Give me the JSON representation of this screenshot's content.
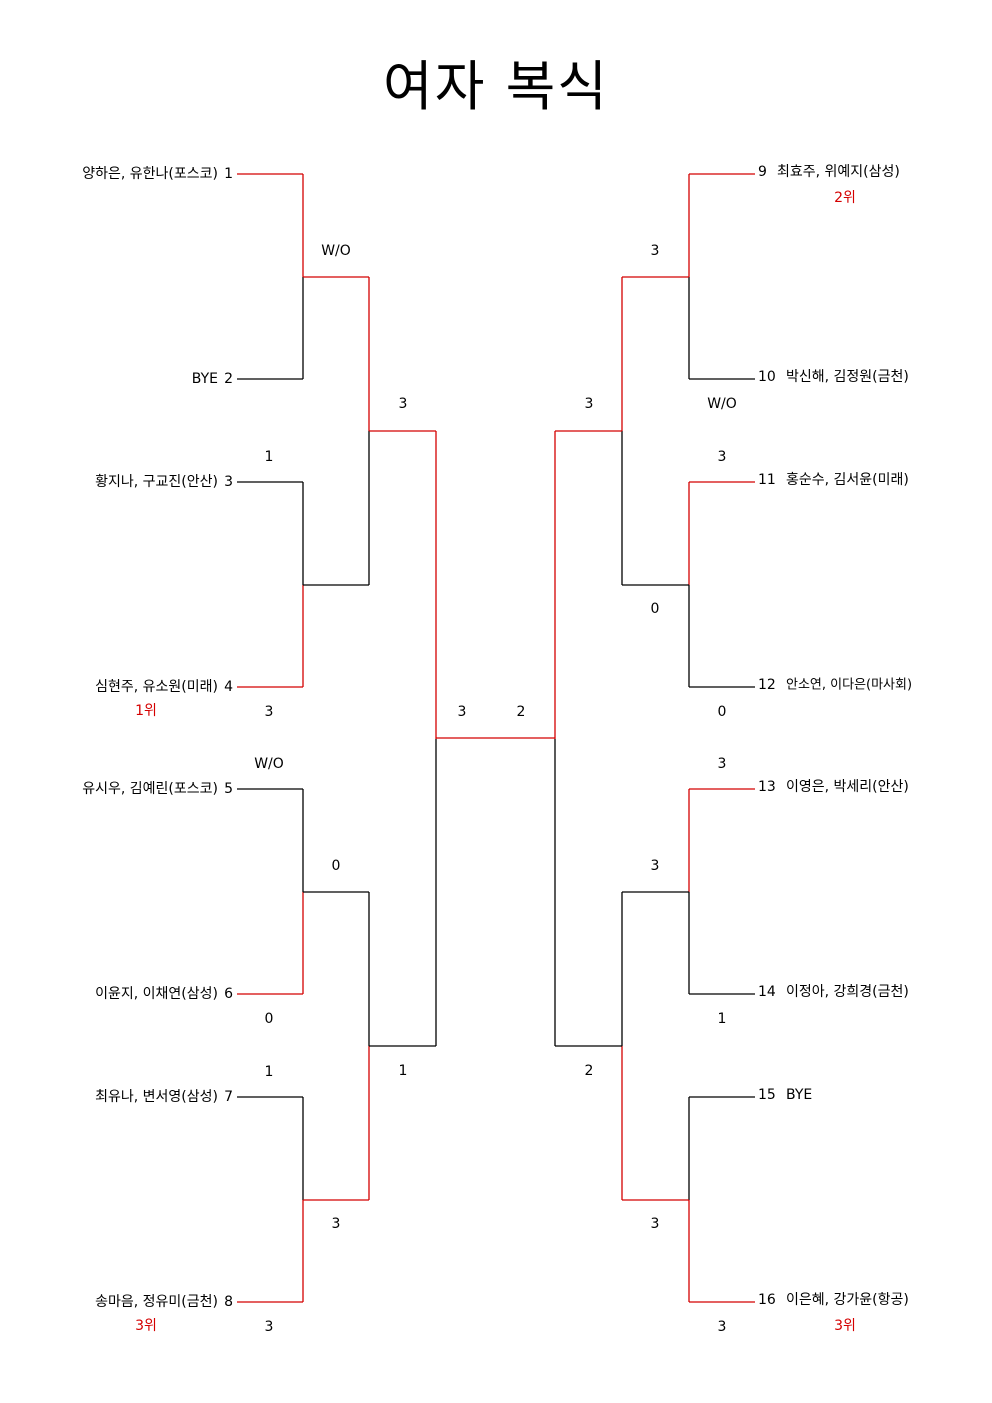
{
  "title": "여자  복식",
  "colors": {
    "line_default": "#000000",
    "line_winner": "#d40000",
    "rank_text": "#d40000"
  },
  "left_players": [
    {
      "name": "양하은,  유한나(포스코)",
      "seed": "1",
      "rank": ""
    },
    {
      "name": "BYE",
      "seed": "2",
      "rank": ""
    },
    {
      "name": "황지나,  구교진(안산)",
      "seed": "3",
      "rank": ""
    },
    {
      "name": "심현주,  유소원(미래)",
      "seed": "4",
      "rank": "1위"
    },
    {
      "name": "유시우,  김예린(포스코)",
      "seed": "5",
      "rank": ""
    },
    {
      "name": "이윤지,  이채연(삼성)",
      "seed": "6",
      "rank": ""
    },
    {
      "name": "최유나,  변서영(삼성)",
      "seed": "7",
      "rank": ""
    },
    {
      "name": "송마음,  정유미(금천)",
      "seed": "8",
      "rank": "3위"
    }
  ],
  "right_players": [
    {
      "name": "최효주,  위예지(삼성)",
      "seed": "9",
      "rank": "2위"
    },
    {
      "name": "박신해,  김정원(금천)",
      "seed": "10",
      "rank": ""
    },
    {
      "name": "홍순수,  김서윤(미래)",
      "seed": "11",
      "rank": ""
    },
    {
      "name": "안소연,  이다은(마사회)",
      "seed": "12",
      "rank": ""
    },
    {
      "name": "이영은,  박세리(안산)",
      "seed": "13",
      "rank": ""
    },
    {
      "name": "이정아,  강희경(금천)",
      "seed": "14",
      "rank": ""
    },
    {
      "name": "BYE",
      "seed": "15",
      "rank": ""
    },
    {
      "name": "이은혜,  강가윤(항공)",
      "seed": "16",
      "rank": "3위"
    }
  ],
  "scores": {
    "left_r1": [
      [
        "W/O",
        ""
      ],
      [
        "1",
        "3"
      ],
      [
        "W/O",
        "0"
      ],
      [
        "1",
        "3"
      ]
    ],
    "left_r2": [
      [
        "3",
        ""
      ],
      [
        "",
        "1"
      ]
    ],
    "final": [
      "3",
      "2"
    ],
    "right_r2": [
      [
        "3",
        ""
      ],
      [
        "",
        "2"
      ]
    ],
    "right_r1": [
      [
        "3",
        "W/O"
      ],
      [
        "3",
        "0"
      ],
      [
        "3",
        "1"
      ],
      [
        "",
        "3"
      ]
    ],
    "left_r1_winner": [
      0,
      1,
      1,
      1
    ],
    "left_r2_winner": [
      0,
      1
    ],
    "right_r1_winner": [
      0,
      0,
      0,
      1
    ],
    "right_r2_winner": [
      0,
      1
    ]
  }
}
